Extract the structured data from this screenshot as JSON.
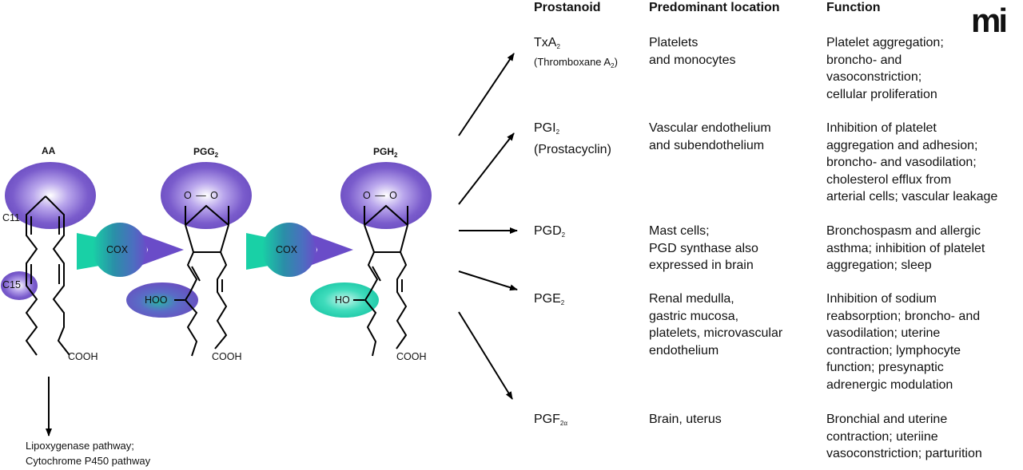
{
  "headers": {
    "prostanoid": "Prostanoid",
    "location": "Predominant location",
    "function": "Function"
  },
  "logo": "mi",
  "molecules": {
    "aa": {
      "label": "AA",
      "carbons": [
        "C11",
        "C15"
      ],
      "group": "COOH"
    },
    "pgg2": {
      "label": "PGG",
      "label_sub": "2",
      "peroxide": "O — O",
      "side_group": "HOO",
      "group": "COOH"
    },
    "pgh2": {
      "label": "PGH",
      "label_sub": "2",
      "peroxide": "O — O",
      "side_group": "HO",
      "group": "COOH"
    }
  },
  "enzymes": [
    {
      "label": "COX"
    },
    {
      "label": "COX"
    }
  ],
  "side_pathway": "Lipoxygenase pathway;\nCytochrome P450 pathway",
  "colors": {
    "purple": "#6a4cc0",
    "teal": "#17c9a6",
    "cox_mid": "#2a8da8"
  },
  "rows": [
    {
      "name": "TxA",
      "sub": "2",
      "alt": "(Thromboxane A",
      "alt_sub": "2",
      "alt_end": ")",
      "location": "Platelets\nand monocytes",
      "function": "Platelet aggregation;\nbroncho- and\nvasoconstriction;\ncellular proliferation"
    },
    {
      "name": "PGI",
      "sub": "2",
      "alt": "(Prostacyclin)",
      "alt_sub": "",
      "alt_end": "",
      "location": "Vascular endothelium\nand subendothelium",
      "function": "Inhibition of platelet\naggregation and adhesion;\nbroncho- and vasodilation;\ncholesterol efflux from\narterial cells; vascular leakage"
    },
    {
      "name": "PGD",
      "sub": "2",
      "location": "Mast cells;\nPGD synthase also\nexpressed in brain",
      "function": "Bronchospasm and allergic\nasthma; inhibition of platelet\naggregation; sleep"
    },
    {
      "name": "PGE",
      "sub": "2",
      "location": "Renal medulla,\ngastric mucosa,\nplatelets, microvascular\nendothelium",
      "function": "Inhibition of sodium\nreabsorption; broncho- and\nvasodilation; uterine\ncontraction; lymphocyte\nfunction; presynaptic\nadrenergic modulation"
    },
    {
      "name": "PGF",
      "sub": "2α",
      "location": "Brain, uterus",
      "function": "Bronchial and uterine\ncontraction; uteriine\nvasoconstriction; parturition"
    }
  ]
}
